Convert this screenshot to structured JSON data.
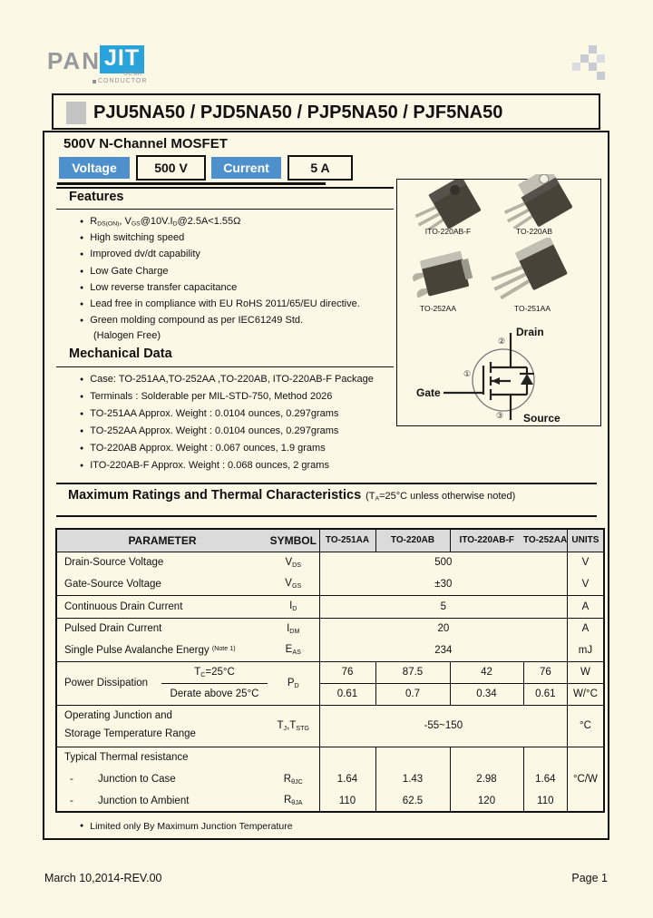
{
  "logo": {
    "pan": "PAN",
    "jit": "JIT",
    "semi": "SEMI",
    "conductor": "CONDUCTOR"
  },
  "header": {
    "title": "PJU5NA50 / PJD5NA50 / PJP5NA50 / PJF5NA50",
    "subtitle": "500V N-Channel MOSFET",
    "voltage_label": "Voltage",
    "voltage_value": "500 V",
    "current_label": "Current",
    "current_value": "5 A"
  },
  "features": {
    "heading": "Features",
    "items": [
      {
        "rich": [
          {
            "t": "R"
          },
          {
            "s": "DS(ON)"
          },
          {
            "t": ", V"
          },
          {
            "s": "GS"
          },
          {
            "t": "@10V.I"
          },
          {
            "s": "D"
          },
          {
            "t": "@2.5A<1.55Ω"
          }
        ]
      },
      {
        "text": "High switching speed"
      },
      {
        "text": "Improved dv/dt capability"
      },
      {
        "text": "Low Gate Charge"
      },
      {
        "text": "Low reverse transfer capacitance"
      },
      {
        "text": "Lead free in compliance with EU RoHS 2011/65/EU directive."
      },
      {
        "text": "Green molding compound as per IEC61249 Std."
      }
    ],
    "halogen_note": "(Halogen Free)"
  },
  "mechanical": {
    "heading": "Mechanical Data",
    "items": [
      "Case: TO-251AA,TO-252AA ,TO-220AB, ITO-220AB-F Package",
      "Terminals : Solderable per MIL-STD-750, Method 2026",
      "TO-251AA Approx. Weight : 0.0104 ounces, 0.297grams",
      "TO-252AA Approx. Weight : 0.0104 ounces, 0.297grams",
      "TO-220AB Approx. Weight : 0.067 ounces, 1.9 grams",
      "ITO-220AB-F Approx. Weight : 0.068 ounces, 2 grams"
    ]
  },
  "packages": {
    "labels": [
      "ITO-220AB-F",
      "TO-220AB",
      "TO-252AA",
      "TO-251AA"
    ],
    "symbol": {
      "drain": "Drain",
      "gate": "Gate",
      "source": "Source",
      "pin1": "①",
      "pin2": "②",
      "pin3": "③"
    }
  },
  "ratings": {
    "heading": "Maximum Ratings and Thermal Characteristics",
    "note_rich": [
      {
        "t": "(T"
      },
      {
        "s": "A"
      },
      {
        "t": "=25°C unless otherwise noted)"
      }
    ],
    "table": {
      "headers": {
        "parameter": "PARAMETER",
        "symbol": "SYMBOL",
        "col1": "TO-251AA",
        "col2": "TO-220AB",
        "col3": "ITO-220AB-F",
        "col4": "TO-252AA",
        "units": "UNITS"
      },
      "rows": {
        "vds": {
          "param": "Drain-Source Voltage",
          "sym": [
            {
              "t": "V"
            },
            {
              "s": "DS"
            }
          ],
          "value": "500",
          "unit": "V"
        },
        "vgs": {
          "param": "Gate-Source Voltage",
          "sym": [
            {
              "t": "V"
            },
            {
              "s": "GS"
            }
          ],
          "value": "±30",
          "unit": "V"
        },
        "id": {
          "param": "Continuous Drain Current",
          "sym": [
            {
              "t": "I"
            },
            {
              "s": "D"
            }
          ],
          "value": "5",
          "unit": "A"
        },
        "idm": {
          "param": "Pulsed Drain Current",
          "sym": [
            {
              "t": "I"
            },
            {
              "s": "DM"
            }
          ],
          "value": "20",
          "unit": "A"
        },
        "eas": {
          "param_rich": [
            {
              "t": "Single Pulse Avalanche Energy "
            },
            {
              "p": "(Note 1)"
            }
          ],
          "sym": [
            {
              "t": "E"
            },
            {
              "s": "AS"
            }
          ],
          "value": "234",
          "unit": "mJ"
        },
        "pd": {
          "param": "Power Dissipation",
          "sub1": [
            {
              "t": "T"
            },
            {
              "s": "C"
            },
            {
              "t": "=25°C"
            }
          ],
          "sub2": "Derate above 25°C",
          "sym": [
            {
              "t": "P"
            },
            {
              "s": "D"
            }
          ],
          "values1": [
            "76",
            "87.5",
            "42",
            "76"
          ],
          "unit1": "W",
          "values2": [
            "0.61",
            "0.7",
            "0.34",
            "0.61"
          ],
          "unit2": "W/°C"
        },
        "tj": {
          "param_line1": "Operating Junction and",
          "param_line2": "Storage Temperature Range",
          "sym": [
            {
              "t": "T"
            },
            {
              "s": "J"
            },
            {
              "t": ",T"
            },
            {
              "s": "STG"
            }
          ],
          "value": "-55~150",
          "unit": "°C"
        },
        "thermal_label": "Typical Thermal resistance",
        "rjc": {
          "dash": "-",
          "param": "Junction to Case",
          "sym": [
            {
              "t": "R"
            },
            {
              "s": "θJC"
            }
          ],
          "values": [
            "1.64",
            "1.43",
            "2.98",
            "1.64"
          ],
          "unit": "°C/W"
        },
        "rja": {
          "dash": "-",
          "param": "Junction to Ambient",
          "sym": [
            {
              "t": "R"
            },
            {
              "s": "θJA"
            }
          ],
          "values": [
            "110",
            "62.5",
            "120",
            "110"
          ]
        }
      }
    },
    "footnote": "Limited only By Maximum Junction Temperature"
  },
  "footer": {
    "date": "March 10,2014-REV.00",
    "page": "Page 1"
  },
  "colors": {
    "page_bg": "#fbf8e6",
    "accent_blue": "#4d90cb",
    "logo_blue": "#29a3dc",
    "table_header_bg": "#dbdbdb"
  }
}
